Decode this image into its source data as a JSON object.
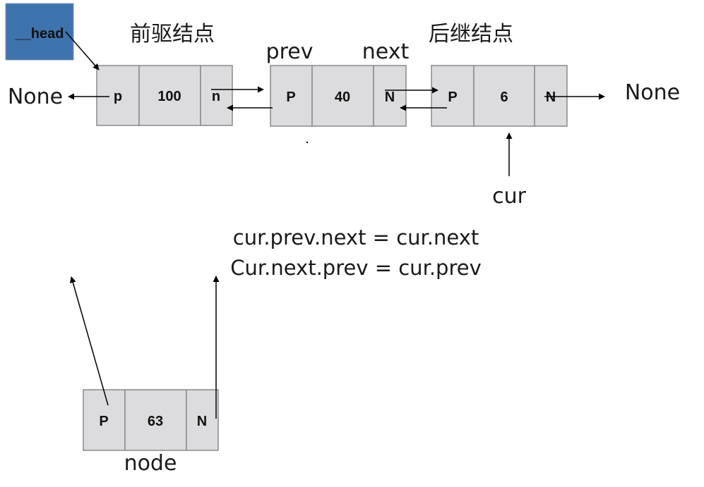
{
  "head": {
    "label": "__head",
    "color": "#3f73ad"
  },
  "labels": {
    "predecessor": "前驱结点",
    "successor": "后继结点",
    "prev": "prev",
    "next": "next",
    "none_left": "None",
    "none_right": "None",
    "cur": "cur",
    "node": "node"
  },
  "nodes": {
    "pred": {
      "p": "p",
      "value": "100",
      "n": "n"
    },
    "middle": {
      "p": "P",
      "value": "40",
      "n": "N"
    },
    "succ": {
      "p": "P",
      "value": "6",
      "n": "N"
    },
    "new_node": {
      "p": "P",
      "value": "63",
      "n": "N"
    }
  },
  "formulas": {
    "line1": "cur.prev.next = cur.next",
    "line2": "Cur.next.prev = cur.prev"
  },
  "colors": {
    "cell_fill": "#dcdcdf",
    "cell_stroke": "#8a8a8e"
  }
}
